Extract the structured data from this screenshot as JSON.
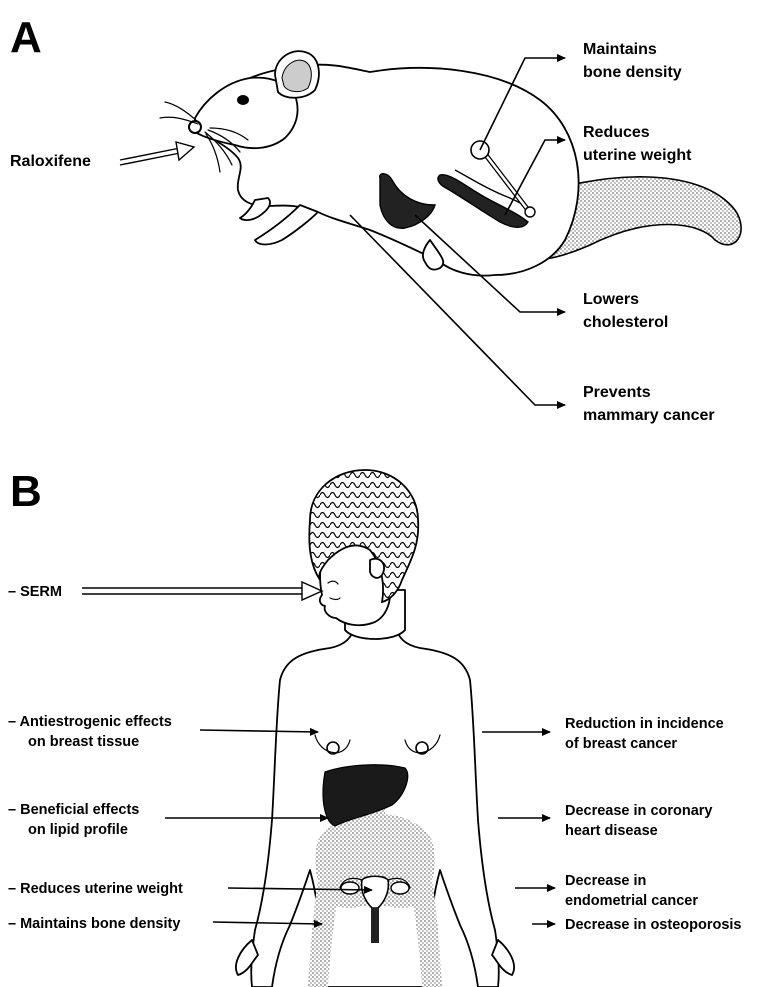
{
  "panel_a": {
    "letter": "A",
    "input_label": "Raloxifene",
    "effects": [
      {
        "line1": "Maintains",
        "line2": "bone density"
      },
      {
        "line1": "Reduces",
        "line2": "uterine weight"
      },
      {
        "line1": "Lowers",
        "line2": "cholesterol"
      },
      {
        "line1": "Prevents",
        "line2": "mammary cancer"
      }
    ]
  },
  "panel_b": {
    "letter": "B",
    "input_label": "– SERM",
    "left_labels": [
      {
        "line1": "– Antiestrogenic effects",
        "line2": "on breast tissue"
      },
      {
        "line1": "– Beneficial effects",
        "line2": "on lipid profile"
      },
      {
        "line1": "– Reduces uterine weight",
        "line2": ""
      },
      {
        "line1": "– Maintains bone density",
        "line2": ""
      }
    ],
    "right_labels": [
      {
        "line1": "Reduction in incidence",
        "line2": "of breast cancer"
      },
      {
        "line1": "Decrease in coronary",
        "line2": "heart disease"
      },
      {
        "line1": "Decrease in",
        "line2": "endometrial cancer"
      },
      {
        "line1": "Decrease in osteoporosis",
        "line2": ""
      }
    ]
  }
}
